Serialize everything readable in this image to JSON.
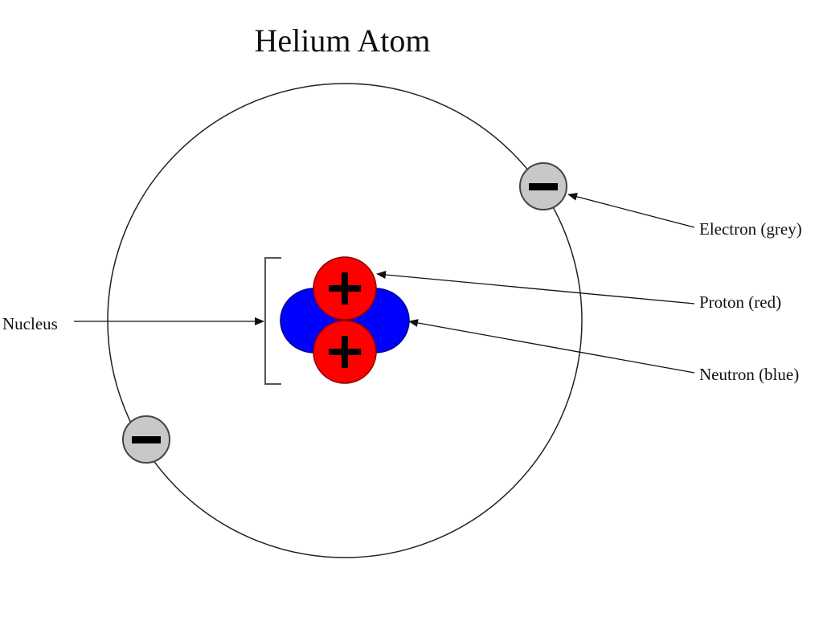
{
  "title": "Helium Atom",
  "labels": {
    "nucleus": "Nucleus",
    "electron": "Electron (grey)",
    "proton": "Proton (red)",
    "neutron": "Neutron (blue)"
  },
  "symbols": {
    "plus": "+",
    "minus": "−"
  },
  "colors": {
    "proton": "#ff0000",
    "neutron": "#0000ff",
    "electron": "#c8c8c8",
    "line": "#222222"
  }
}
